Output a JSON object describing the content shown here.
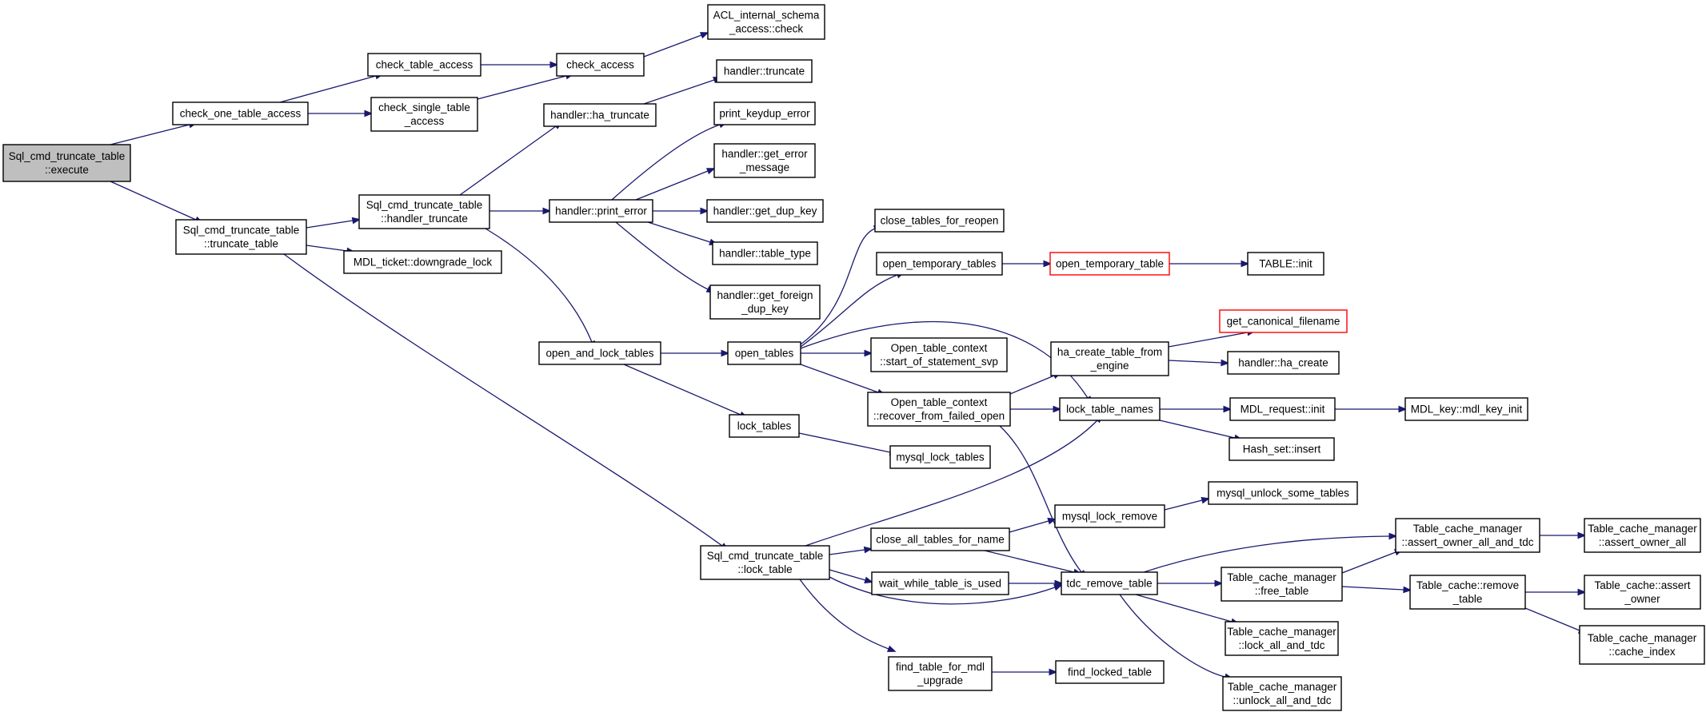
{
  "title": "",
  "colors": {
    "edge": "#191970",
    "node_border": "#000000",
    "root_fill": "#bfbfbf",
    "missing_border": "#ff0000"
  },
  "nodes": [
    {
      "id": "root",
      "lines": [
        "Sql_cmd_truncate_table",
        "::execute"
      ],
      "kind": "root"
    },
    {
      "id": "check_one",
      "lines": [
        "check_one_table_access"
      ]
    },
    {
      "id": "truncate_table",
      "lines": [
        "Sql_cmd_truncate_table",
        "::truncate_table"
      ]
    },
    {
      "id": "check_table_access",
      "lines": [
        "check_table_access"
      ]
    },
    {
      "id": "check_single",
      "lines": [
        "check_single_table",
        "_access"
      ]
    },
    {
      "id": "check_access",
      "lines": [
        "check_access"
      ]
    },
    {
      "id": "acl_check",
      "lines": [
        "ACL_internal_schema",
        "_access::check"
      ]
    },
    {
      "id": "handler_truncate",
      "lines": [
        "Sql_cmd_truncate_table",
        "::handler_truncate"
      ]
    },
    {
      "id": "mdl_downgrade",
      "lines": [
        "MDL_ticket::downgrade_lock"
      ]
    },
    {
      "id": "ha_truncate",
      "lines": [
        "handler::ha_truncate"
      ]
    },
    {
      "id": "h_truncate",
      "lines": [
        "handler::truncate"
      ]
    },
    {
      "id": "print_error",
      "lines": [
        "handler::print_error"
      ]
    },
    {
      "id": "print_keydup",
      "lines": [
        "print_keydup_error"
      ]
    },
    {
      "id": "get_error_msg",
      "lines": [
        "handler::get_error",
        "_message"
      ]
    },
    {
      "id": "get_dup_key",
      "lines": [
        "handler::get_dup_key"
      ]
    },
    {
      "id": "table_type",
      "lines": [
        "handler::table_type"
      ]
    },
    {
      "id": "get_foreign",
      "lines": [
        "handler::get_foreign",
        "_dup_key"
      ]
    },
    {
      "id": "open_and_lock",
      "lines": [
        "open_and_lock_tables"
      ]
    },
    {
      "id": "open_tables",
      "lines": [
        "open_tables"
      ]
    },
    {
      "id": "lock_tables",
      "lines": [
        "lock_tables"
      ]
    },
    {
      "id": "close_reopen",
      "lines": [
        "close_tables_for_reopen"
      ]
    },
    {
      "id": "open_temp_tables",
      "lines": [
        "open_temporary_tables"
      ]
    },
    {
      "id": "open_temp_table",
      "lines": [
        "open_temporary_table"
      ],
      "kind": "missing"
    },
    {
      "id": "table_init",
      "lines": [
        "TABLE::init"
      ]
    },
    {
      "id": "start_stmt",
      "lines": [
        "Open_table_context",
        "::start_of_statement_svp"
      ]
    },
    {
      "id": "recover",
      "lines": [
        "Open_table_context",
        "::recover_from_failed_open"
      ]
    },
    {
      "id": "ha_create_engine",
      "lines": [
        "ha_create_table_from",
        "_engine"
      ]
    },
    {
      "id": "get_canonical",
      "lines": [
        "get_canonical_filename"
      ],
      "kind": "missing"
    },
    {
      "id": "ha_create",
      "lines": [
        "handler::ha_create"
      ]
    },
    {
      "id": "lock_table_names",
      "lines": [
        "lock_table_names"
      ]
    },
    {
      "id": "mdl_request_init",
      "lines": [
        "MDL_request::init"
      ]
    },
    {
      "id": "mdl_key_init",
      "lines": [
        "MDL_key::mdl_key_init"
      ]
    },
    {
      "id": "hash_insert",
      "lines": [
        "Hash_set::insert"
      ]
    },
    {
      "id": "mysql_lock_tables",
      "lines": [
        "mysql_lock_tables"
      ]
    },
    {
      "id": "lock_table",
      "lines": [
        "Sql_cmd_truncate_table",
        "::lock_table"
      ]
    },
    {
      "id": "mysql_lock_remove",
      "lines": [
        "mysql_lock_remove"
      ]
    },
    {
      "id": "mysql_unlock_some",
      "lines": [
        "mysql_unlock_some_tables"
      ]
    },
    {
      "id": "close_all_for_name",
      "lines": [
        "close_all_tables_for_name"
      ]
    },
    {
      "id": "wait_while",
      "lines": [
        "wait_while_table_is_used"
      ]
    },
    {
      "id": "tdc_remove",
      "lines": [
        "tdc_remove_table"
      ]
    },
    {
      "id": "tcm_assert_owner_tdc",
      "lines": [
        "Table_cache_manager",
        "::assert_owner_all_and_tdc"
      ]
    },
    {
      "id": "tcm_assert_owner_all",
      "lines": [
        "Table_cache_manager",
        "::assert_owner_all"
      ]
    },
    {
      "id": "tcm_free_table",
      "lines": [
        "Table_cache_manager",
        "::free_table"
      ]
    },
    {
      "id": "tc_remove_table",
      "lines": [
        "Table_cache::remove",
        "_table"
      ]
    },
    {
      "id": "tc_assert_owner",
      "lines": [
        "Table_cache::assert",
        "_owner"
      ]
    },
    {
      "id": "tcm_cache_index",
      "lines": [
        "Table_cache_manager",
        "::cache_index"
      ]
    },
    {
      "id": "tcm_lock_all",
      "lines": [
        "Table_cache_manager",
        "::lock_all_and_tdc"
      ]
    },
    {
      "id": "tcm_unlock_all",
      "lines": [
        "Table_cache_manager",
        "::unlock_all_and_tdc"
      ]
    },
    {
      "id": "find_for_mdl",
      "lines": [
        "find_table_for_mdl",
        "_upgrade"
      ]
    },
    {
      "id": "find_locked",
      "lines": [
        "find_locked_table"
      ]
    }
  ],
  "edges": [
    [
      "root",
      "check_one"
    ],
    [
      "root",
      "truncate_table"
    ],
    [
      "check_one",
      "check_table_access"
    ],
    [
      "check_one",
      "check_single"
    ],
    [
      "check_table_access",
      "check_access"
    ],
    [
      "check_single",
      "check_access"
    ],
    [
      "check_access",
      "acl_check"
    ],
    [
      "truncate_table",
      "handler_truncate"
    ],
    [
      "truncate_table",
      "mdl_downgrade"
    ],
    [
      "truncate_table",
      "lock_table"
    ],
    [
      "handler_truncate",
      "ha_truncate"
    ],
    [
      "handler_truncate",
      "print_error"
    ],
    [
      "handler_truncate",
      "open_and_lock"
    ],
    [
      "ha_truncate",
      "h_truncate"
    ],
    [
      "print_error",
      "print_keydup"
    ],
    [
      "print_error",
      "get_error_msg"
    ],
    [
      "print_error",
      "get_dup_key"
    ],
    [
      "print_error",
      "table_type"
    ],
    [
      "print_error",
      "get_foreign"
    ],
    [
      "open_and_lock",
      "open_tables"
    ],
    [
      "open_and_lock",
      "lock_tables"
    ],
    [
      "open_tables",
      "close_reopen"
    ],
    [
      "open_tables",
      "open_temp_tables"
    ],
    [
      "open_tables",
      "start_stmt"
    ],
    [
      "open_tables",
      "recover"
    ],
    [
      "open_tables",
      "lock_table_names"
    ],
    [
      "open_temp_tables",
      "open_temp_table"
    ],
    [
      "open_temp_table",
      "table_init"
    ],
    [
      "recover",
      "ha_create_engine"
    ],
    [
      "recover",
      "lock_table_names"
    ],
    [
      "recover",
      "tdc_remove"
    ],
    [
      "ha_create_engine",
      "get_canonical"
    ],
    [
      "ha_create_engine",
      "ha_create"
    ],
    [
      "lock_table_names",
      "mdl_request_init"
    ],
    [
      "lock_table_names",
      "hash_insert"
    ],
    [
      "mdl_request_init",
      "mdl_key_init"
    ],
    [
      "lock_tables",
      "mysql_lock_tables"
    ],
    [
      "lock_table",
      "lock_table_names"
    ],
    [
      "lock_table",
      "close_all_for_name"
    ],
    [
      "lock_table",
      "wait_while"
    ],
    [
      "lock_table",
      "tdc_remove"
    ],
    [
      "lock_table",
      "find_for_mdl"
    ],
    [
      "close_all_for_name",
      "mysql_lock_remove"
    ],
    [
      "close_all_for_name",
      "tdc_remove"
    ],
    [
      "mysql_lock_remove",
      "mysql_unlock_some"
    ],
    [
      "wait_while",
      "tdc_remove"
    ],
    [
      "tdc_remove",
      "tcm_assert_owner_tdc"
    ],
    [
      "tdc_remove",
      "tcm_free_table"
    ],
    [
      "tdc_remove",
      "tcm_lock_all"
    ],
    [
      "tdc_remove",
      "tcm_unlock_all"
    ],
    [
      "tcm_assert_owner_tdc",
      "tcm_assert_owner_all"
    ],
    [
      "tcm_free_table",
      "tcm_assert_owner_tdc"
    ],
    [
      "tcm_free_table",
      "tc_remove_table"
    ],
    [
      "tc_remove_table",
      "tc_assert_owner"
    ],
    [
      "tc_remove_table",
      "tcm_cache_index"
    ],
    [
      "find_for_mdl",
      "find_locked"
    ]
  ]
}
